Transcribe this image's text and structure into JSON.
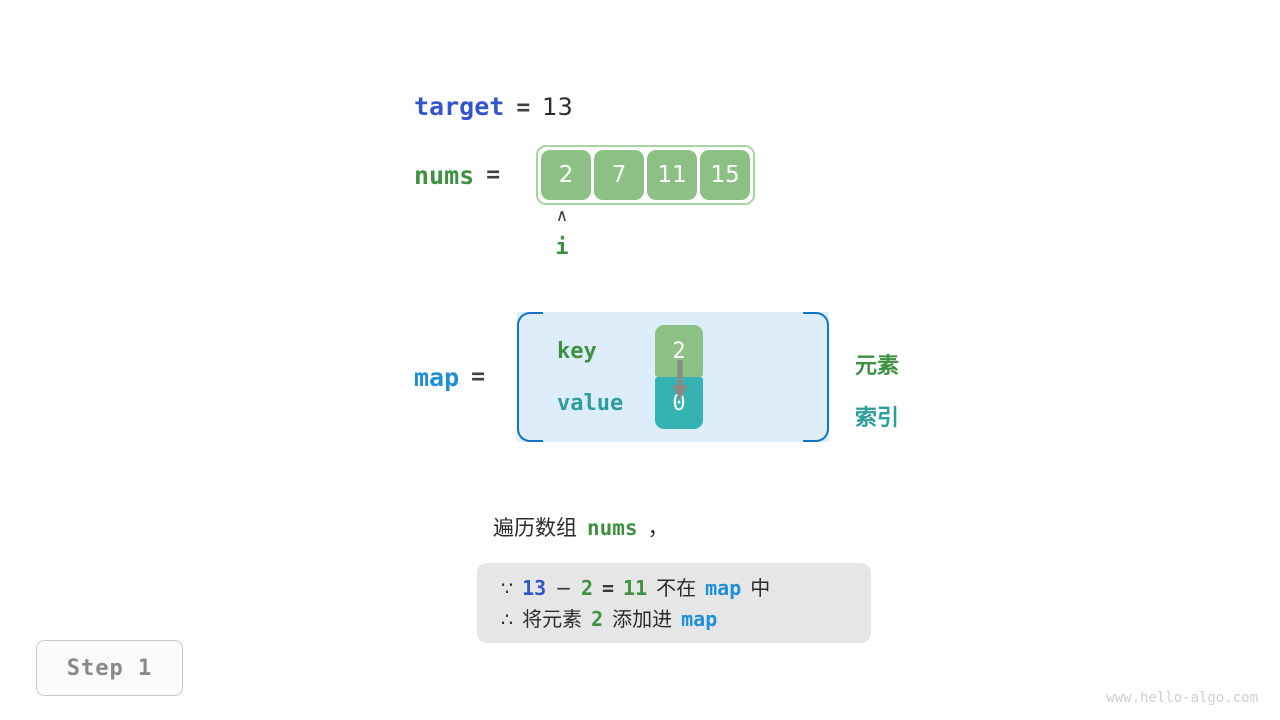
{
  "title": "Two Sum hash map walkthrough - Step 1",
  "colors": {
    "target_blue": "#3355cc",
    "map_blue": "#1f8fd8",
    "bracket_blue": "#1573c4",
    "green": "#3f9142",
    "cell_green": "#8cc084",
    "teal": "#2d9c9c",
    "cell_teal": "#35b3b3",
    "map_fill": "#ddeefa",
    "info_bg": "#e6e6e6",
    "badge_text": "#8a8a8a"
  },
  "target": {
    "name": "target",
    "equals": "=",
    "value": "13"
  },
  "nums": {
    "name": "nums",
    "equals": "=",
    "cells": [
      "2",
      "7",
      "11",
      "15"
    ]
  },
  "pointer": {
    "caret": "∧",
    "label": "i",
    "points_to_index": 0
  },
  "map": {
    "name": "map",
    "equals": "=",
    "key_label": "key",
    "value_label": "value",
    "entries": [
      {
        "key": "2",
        "value": "0"
      }
    ],
    "arrow": "key-to-value-arrow"
  },
  "annotations": {
    "element": "元素",
    "index": "索引"
  },
  "description": {
    "prefix": "遍历数组",
    "code": "nums",
    "suffix": "，"
  },
  "info_box": {
    "line1": {
      "symbol": "∵",
      "a": "13",
      "minus": "−",
      "b": "2",
      "equals": "=",
      "result": "11",
      "text": "不在",
      "code": "map",
      "tail": "中"
    },
    "line2": {
      "symbol": "∴",
      "text1": "将元素",
      "num": "2",
      "text2": "添加进",
      "code": "map"
    }
  },
  "step_badge": {
    "label": "Step 1"
  },
  "watermark": {
    "text": "www.hello-algo.com"
  }
}
